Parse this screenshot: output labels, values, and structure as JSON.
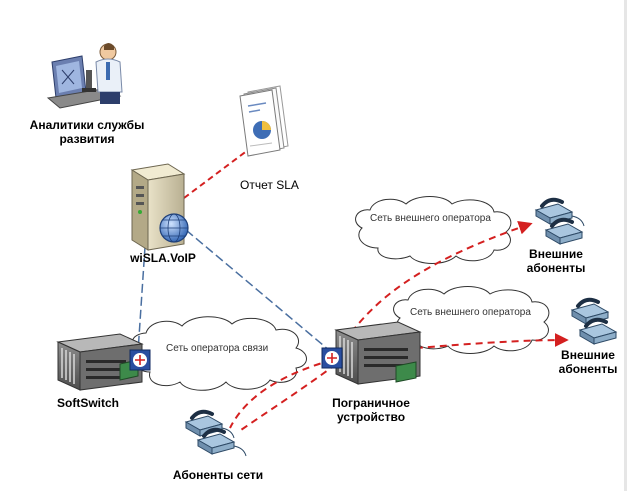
{
  "nodes": {
    "analysts": "Аналитики службы развития",
    "report": "Отчет SLA",
    "server": "wiSLA.VoIP",
    "softswitch": "SoftSwitch",
    "border_device": "Пограничное устройство",
    "network_subscribers": "Абоненты сети",
    "external_subscribers_1": "Внешние абоненты",
    "external_subscribers_2": "Внешние абоненты"
  },
  "clouds": {
    "operator_network": "Сеть оператора связи",
    "external_operator_1": "Сеть внешнего оператора",
    "external_operator_2": "Сеть внешнего оператора"
  },
  "colors": {
    "red_link": "#d42020",
    "blue_link": "#4a6fa0",
    "cloud_stroke": "#333333"
  }
}
